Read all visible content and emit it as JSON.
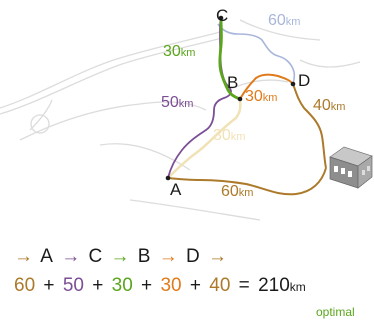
{
  "colors": {
    "purple": "#7b4e95",
    "green": "#5aa51c",
    "orange": "#e07b1c",
    "brown": "#ac7a2a",
    "blue": "#a8b6db",
    "tan": "#f1e2b6",
    "road": "#dcdcdc",
    "dark": "#1b1b1b"
  },
  "nodes": {
    "a": "A",
    "b": "B",
    "c": "C",
    "d": "D"
  },
  "edges": {
    "ac": {
      "value": "50",
      "unit": "km"
    },
    "cb": {
      "value": "30",
      "unit": "km"
    },
    "bd": {
      "value": "30",
      "unit": "km"
    },
    "d_depot": {
      "value": "40",
      "unit": "km"
    },
    "depot_a": {
      "value": "60",
      "unit": "km"
    },
    "cd": {
      "value": "60",
      "unit": "km"
    },
    "ab": {
      "value": "30",
      "unit": "km"
    }
  },
  "route": {
    "arrow": "→",
    "sequence": [
      "A",
      "C",
      "B",
      "D"
    ]
  },
  "sum": {
    "terms": [
      "60",
      "50",
      "30",
      "30",
      "40"
    ],
    "plus": "+",
    "equals": "=",
    "total": "210",
    "unit": "km"
  },
  "caption": "optimal"
}
